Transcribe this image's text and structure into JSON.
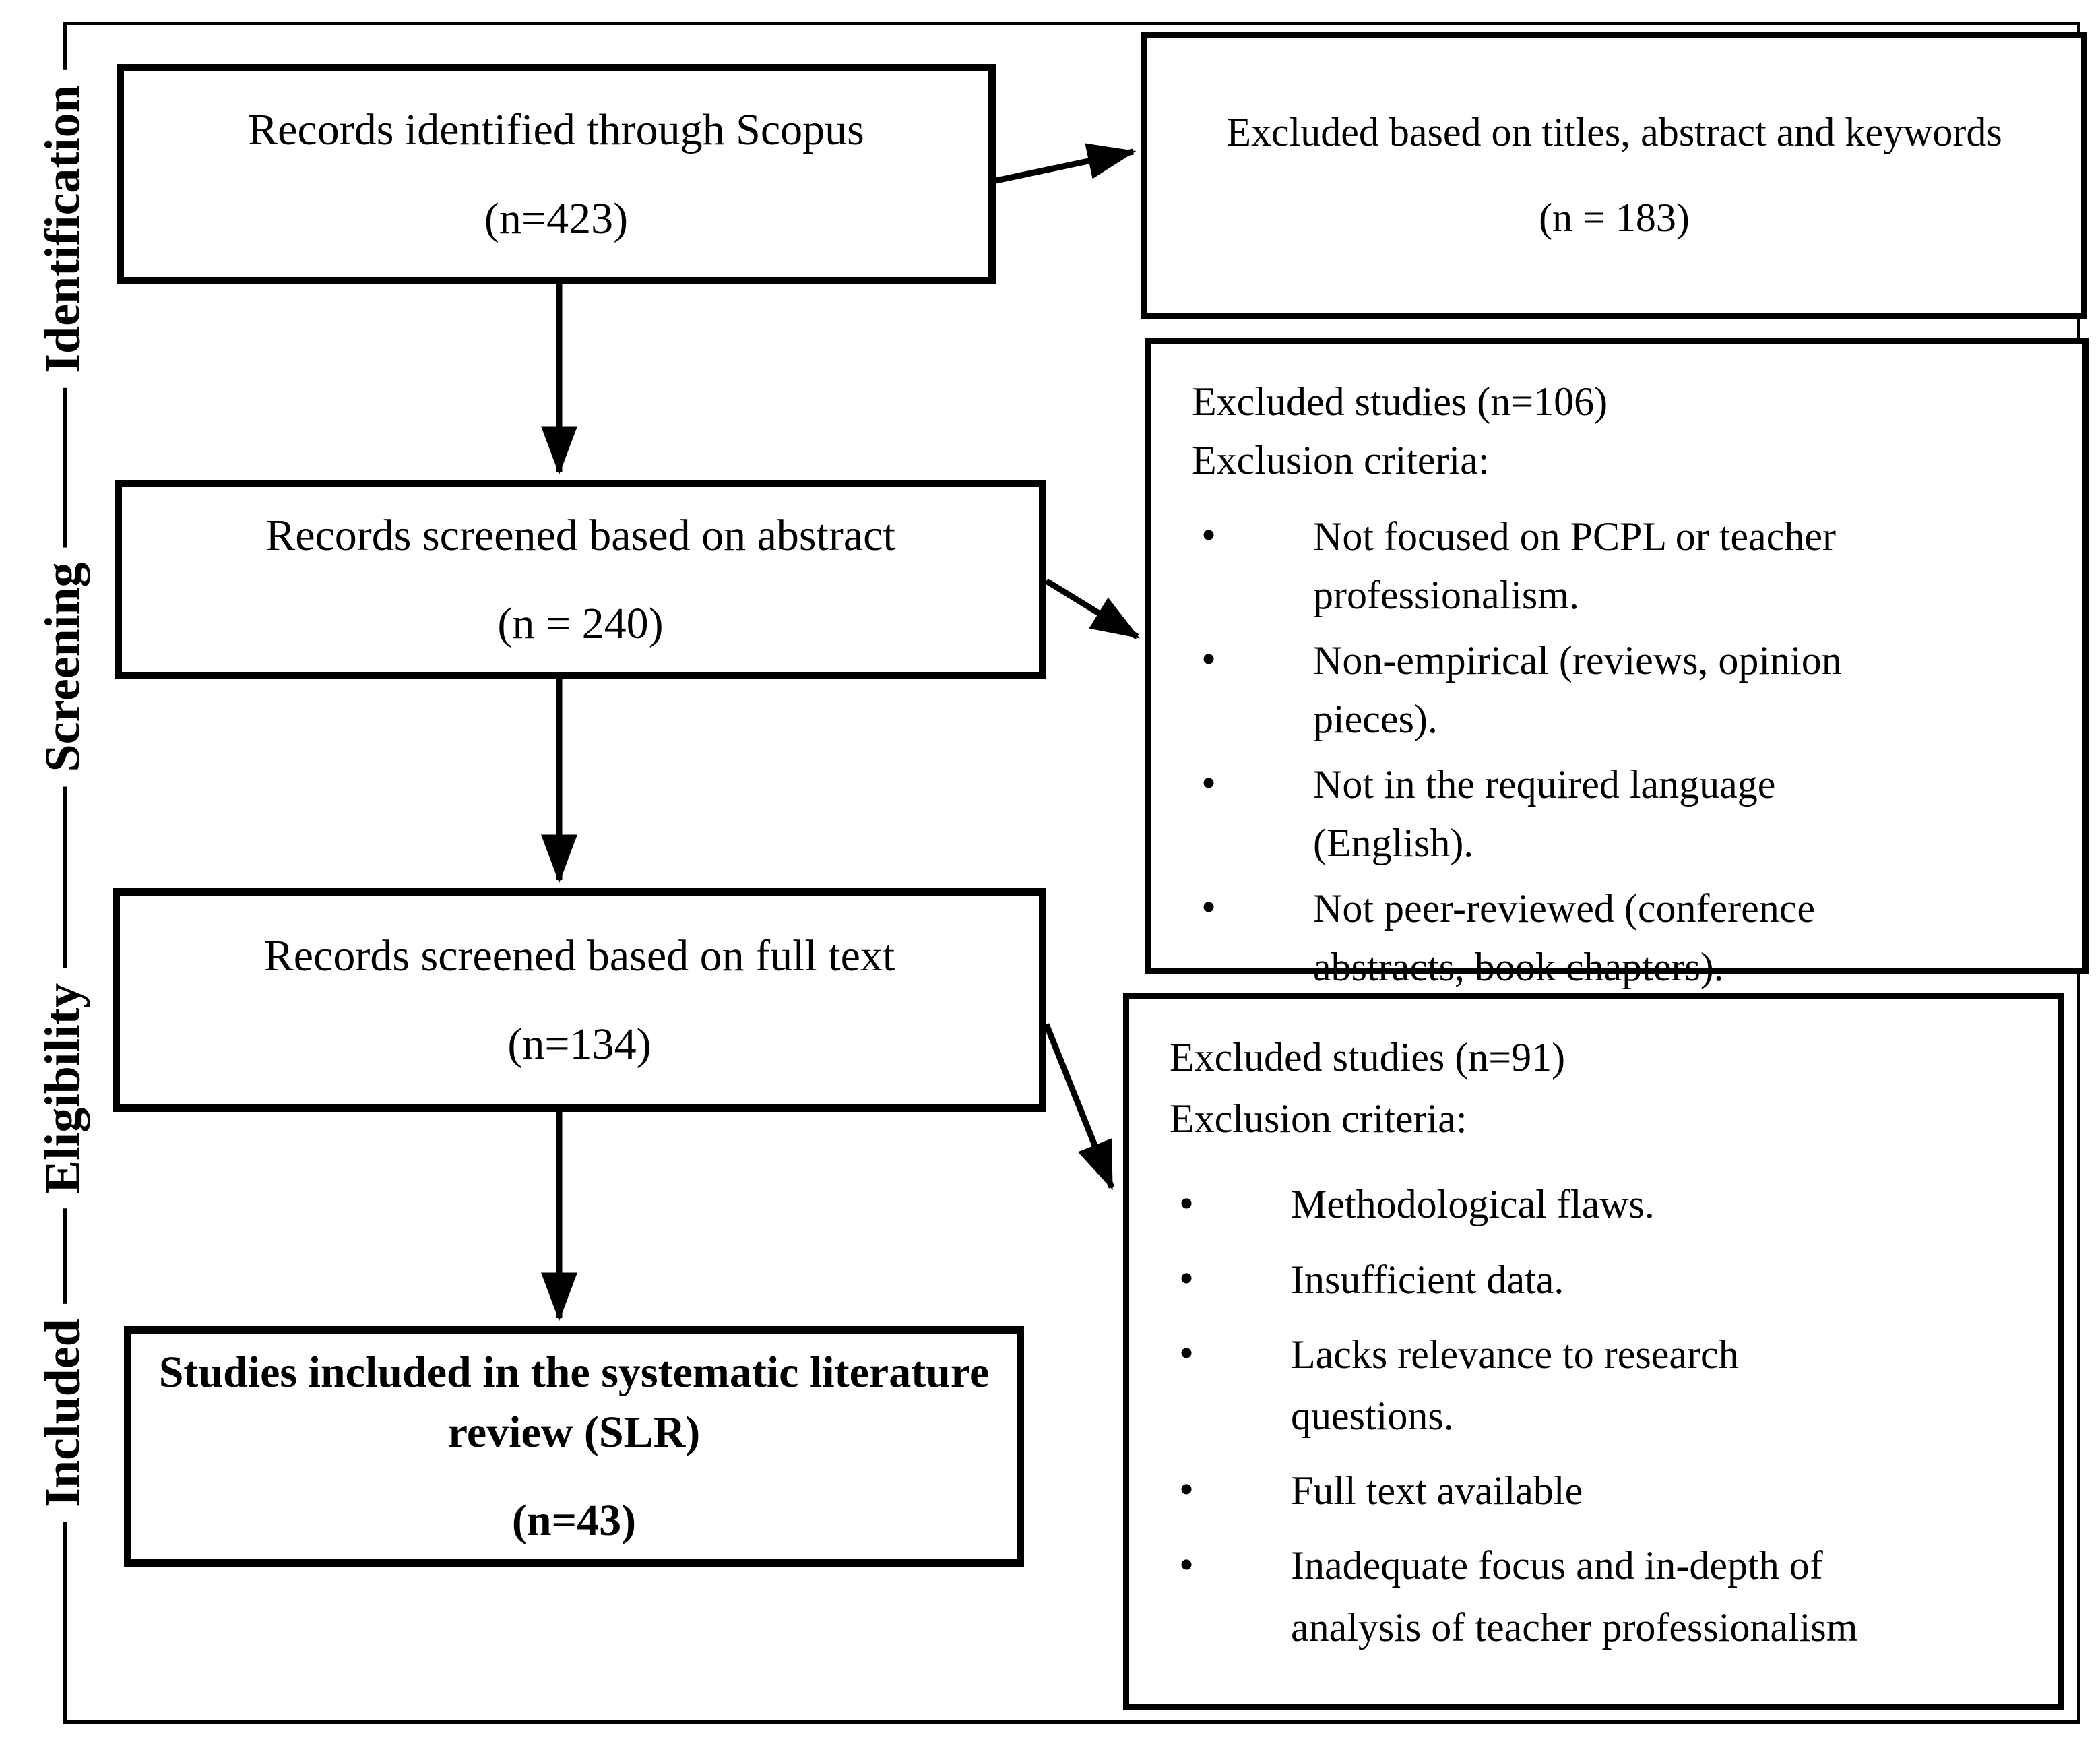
{
  "stages": [
    "Identification",
    "Screening",
    "Eligibility",
    "Included"
  ],
  "flow": {
    "identified": {
      "label": "Records identified through Scopus",
      "count": "(n=423)"
    },
    "screened_abstract": {
      "label": "Records screened based on abstract",
      "count": "(n = 240)"
    },
    "screened_fulltext": {
      "label": "Records screened based on full text",
      "count": "(n=134)"
    },
    "included": {
      "label": "Studies included in the systematic literature review (SLR)",
      "count": "(n=43)"
    }
  },
  "exclusions": {
    "titles_abstract_keywords": {
      "label": "Excluded based on titles, abstract and keywords",
      "count": "(n = 183)"
    },
    "abstract_screening": {
      "header": "Excluded studies (n=106)",
      "criteria_label": "Exclusion criteria:",
      "criteria": [
        "Not focused on PCPL or teacher professionalism.",
        "Non-empirical (reviews, opinion pieces).",
        "Not in the required language (English).",
        "Not peer-reviewed (conference abstracts, book chapters)."
      ]
    },
    "fulltext_screening": {
      "header": "Excluded studies (n=91)",
      "criteria_label": "Exclusion criteria:",
      "criteria": [
        "Methodological flaws.",
        "Insufficient data.",
        "Lacks relevance to research questions.",
        "Full text available",
        "Inadequate focus and in-depth of analysis of teacher professionalism"
      ]
    }
  },
  "colors": {
    "line": "#000000",
    "background": "#ffffff"
  }
}
